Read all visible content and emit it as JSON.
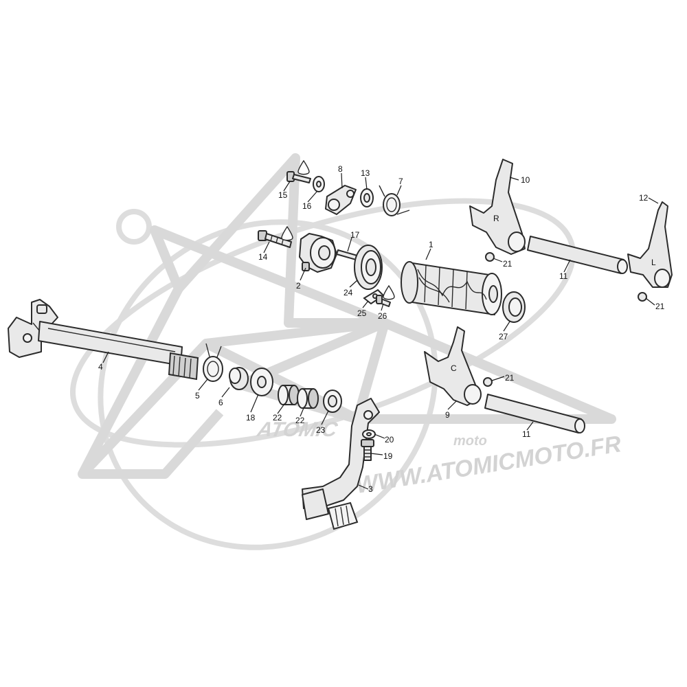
{
  "watermark": {
    "brand": "ATOMIC",
    "sub": "moto",
    "url": "WWW.ATOMICMOTO.FR"
  },
  "callouts": [
    {
      "id": "1",
      "label": "1"
    },
    {
      "id": "2",
      "label": "2"
    },
    {
      "id": "3",
      "label": "3"
    },
    {
      "id": "4",
      "label": "4"
    },
    {
      "id": "5",
      "label": "5"
    },
    {
      "id": "6",
      "label": "6"
    },
    {
      "id": "7",
      "label": "7"
    },
    {
      "id": "8",
      "label": "8"
    },
    {
      "id": "9",
      "label": "9"
    },
    {
      "id": "10",
      "label": "10"
    },
    {
      "id": "11a",
      "label": "11"
    },
    {
      "id": "11b",
      "label": "11"
    },
    {
      "id": "12",
      "label": "12"
    },
    {
      "id": "13",
      "label": "13"
    },
    {
      "id": "14",
      "label": "14"
    },
    {
      "id": "15",
      "label": "15"
    },
    {
      "id": "16",
      "label": "16"
    },
    {
      "id": "17",
      "label": "17"
    },
    {
      "id": "18",
      "label": "18"
    },
    {
      "id": "19",
      "label": "19"
    },
    {
      "id": "20",
      "label": "20"
    },
    {
      "id": "21a",
      "label": "21"
    },
    {
      "id": "21b",
      "label": "21"
    },
    {
      "id": "21c",
      "label": "21"
    },
    {
      "id": "22a",
      "label": "22"
    },
    {
      "id": "22b",
      "label": "22"
    },
    {
      "id": "23",
      "label": "23"
    },
    {
      "id": "24",
      "label": "24"
    },
    {
      "id": "25",
      "label": "25"
    },
    {
      "id": "26",
      "label": "26"
    },
    {
      "id": "27",
      "label": "27"
    }
  ],
  "fork_marks": {
    "right": "R",
    "left": "L",
    "center": "C"
  }
}
